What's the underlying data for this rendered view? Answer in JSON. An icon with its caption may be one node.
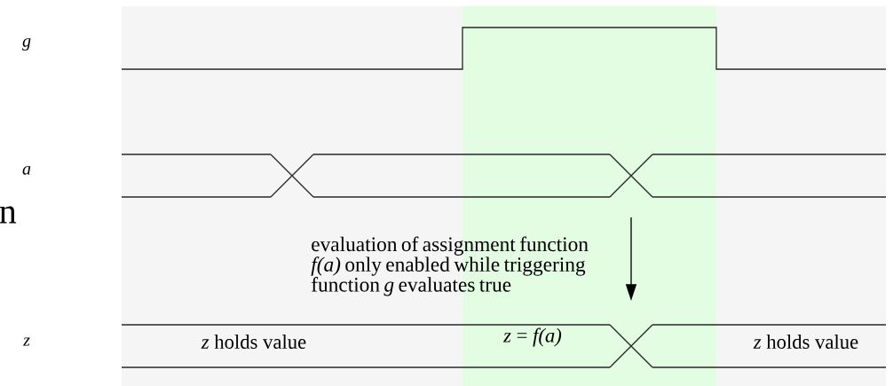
{
  "diagram": {
    "labels": [
      "g",
      "a",
      "n",
      "evaluation of assignment function *f(a)* only enabled while triggering function *g* evaluates true",
      "z",
      "*z* holds value",
      "*z* = *f(a)*",
      "*z* holds value"
    ]
  }
}
